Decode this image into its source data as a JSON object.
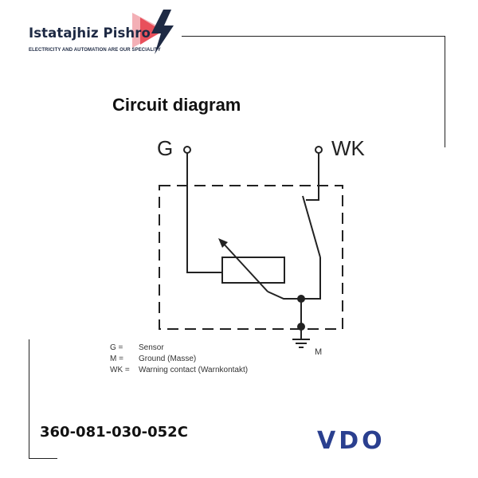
{
  "brand": {
    "name": "Istatajhiz Pishro",
    "tagline": "ELECTRICITY AND AUTOMATION ARE OUR SPECIALITY",
    "icon": "play-lightning-icon",
    "accent_color": "#e8505b",
    "text_color": "#1e2a44"
  },
  "diagram": {
    "title": "Circuit diagram",
    "terminals": {
      "g": "G",
      "wk": "WK",
      "m": "M"
    },
    "legend": [
      {
        "key": "G =",
        "value": "Sensor"
      },
      {
        "key": "M =",
        "value": "Ground (Masse)"
      },
      {
        "key": "WK =",
        "value": "Warning contact (Warnkontakt)"
      }
    ]
  },
  "product": {
    "part_number": "360-081-030-052C",
    "manufacturer_logo": "VDO",
    "manufacturer_color": "#2a3f8f"
  }
}
